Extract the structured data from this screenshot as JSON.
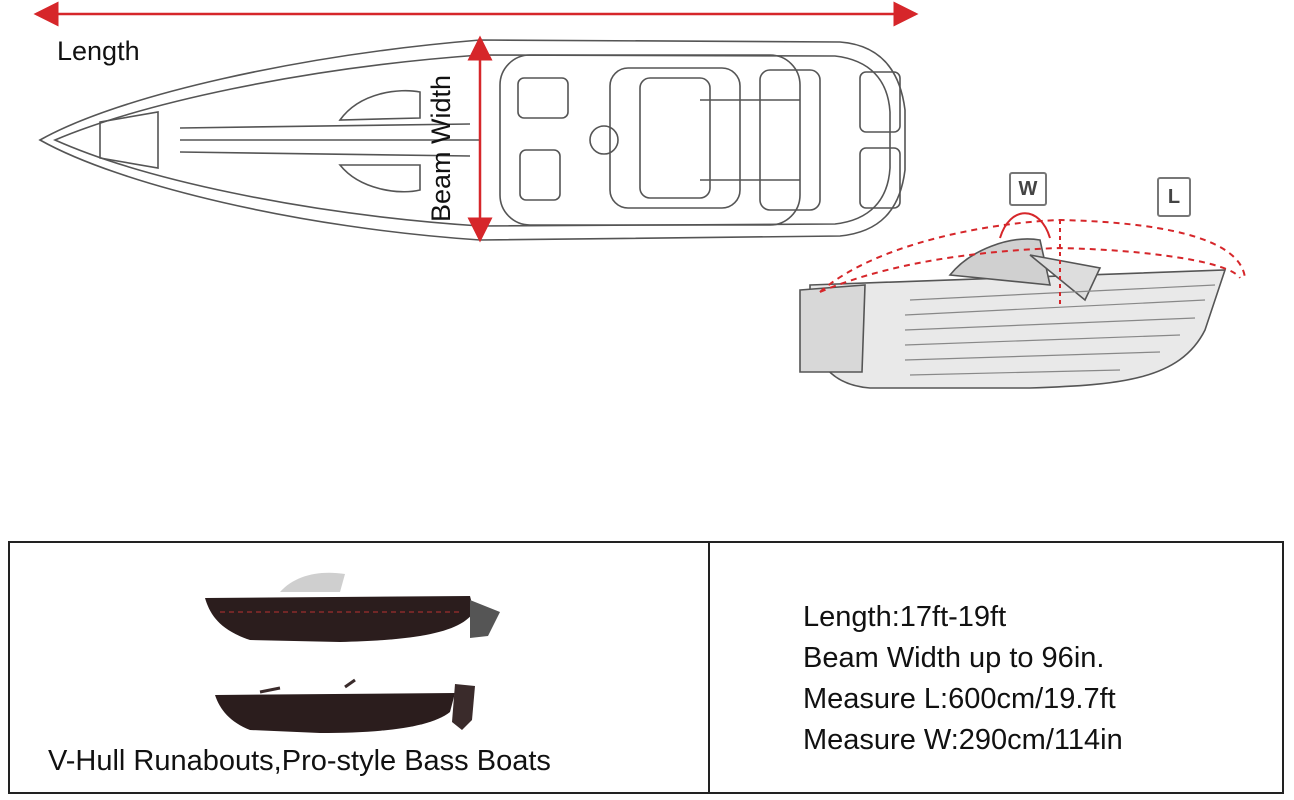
{
  "labels": {
    "length": "Length",
    "beam_width": "Beam Width",
    "w_marker": "W",
    "l_marker": "L"
  },
  "colors": {
    "dimension_arrow": "#d6262a",
    "outline": "#444444",
    "hull_dark": "#2b1d1d"
  },
  "table": {
    "caption": "V-Hull Runabouts,Pro-style Bass Boats",
    "specs": [
      "Length:17ft-19ft",
      "Beam Width up to 96in.",
      "Measure L:600cm/19.7ft",
      "Measure W:290cm/114in"
    ]
  }
}
